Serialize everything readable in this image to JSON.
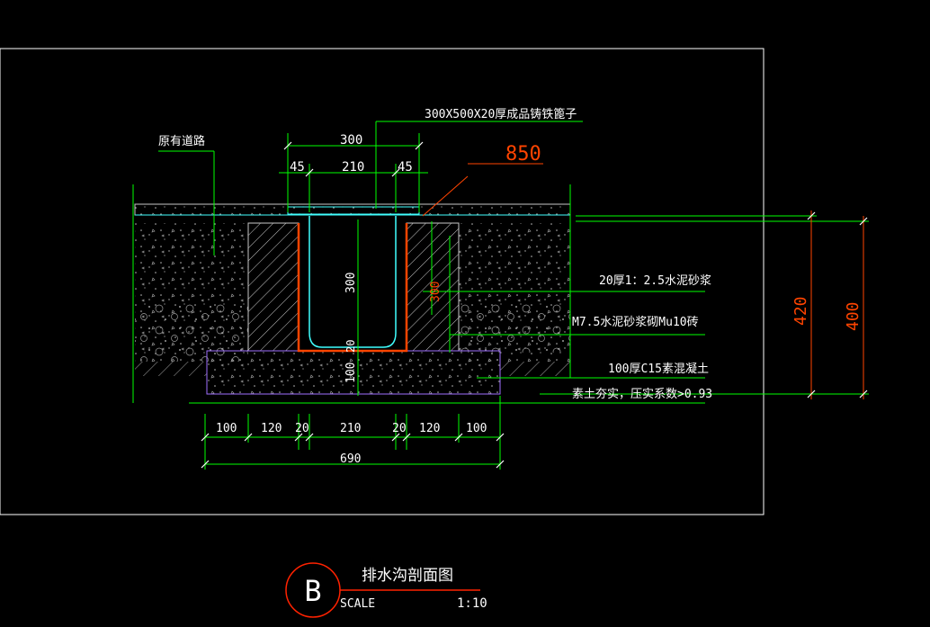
{
  "drawing": {
    "grate_label": "300X500X20厚成品铸铁篦子",
    "existing_road_label": "原有道路",
    "top_dims": {
      "total": "300",
      "left": "45",
      "mid": "210",
      "right": "45"
    },
    "red_dim_top": "850",
    "layer_labels": {
      "mortar": "20厚1：2.5水泥砂浆",
      "brick": "M7.5水泥砂浆砌Mu10砖",
      "concrete": "100厚C15素混凝土",
      "soil": "素土夯实，压实系数>0.93"
    },
    "inner_dims": {
      "depth": "300",
      "wall_depth": "300",
      "bottom_gap": "20",
      "base": "100"
    },
    "bottom_dims": [
      "100",
      "120",
      "20",
      "210",
      "20",
      "120",
      "100"
    ],
    "bottom_total": "690",
    "right_dims": {
      "outer": "420",
      "inner": "400"
    }
  },
  "title_block": {
    "badge": "B",
    "title": "排水沟剖面图",
    "scale_label": "SCALE",
    "scale_value": "1:10"
  },
  "colors": {
    "green": "#00ff00",
    "red": "#ff4400",
    "white": "#ffffff",
    "purple": "#a070ff",
    "cyan": "#40ffff"
  }
}
